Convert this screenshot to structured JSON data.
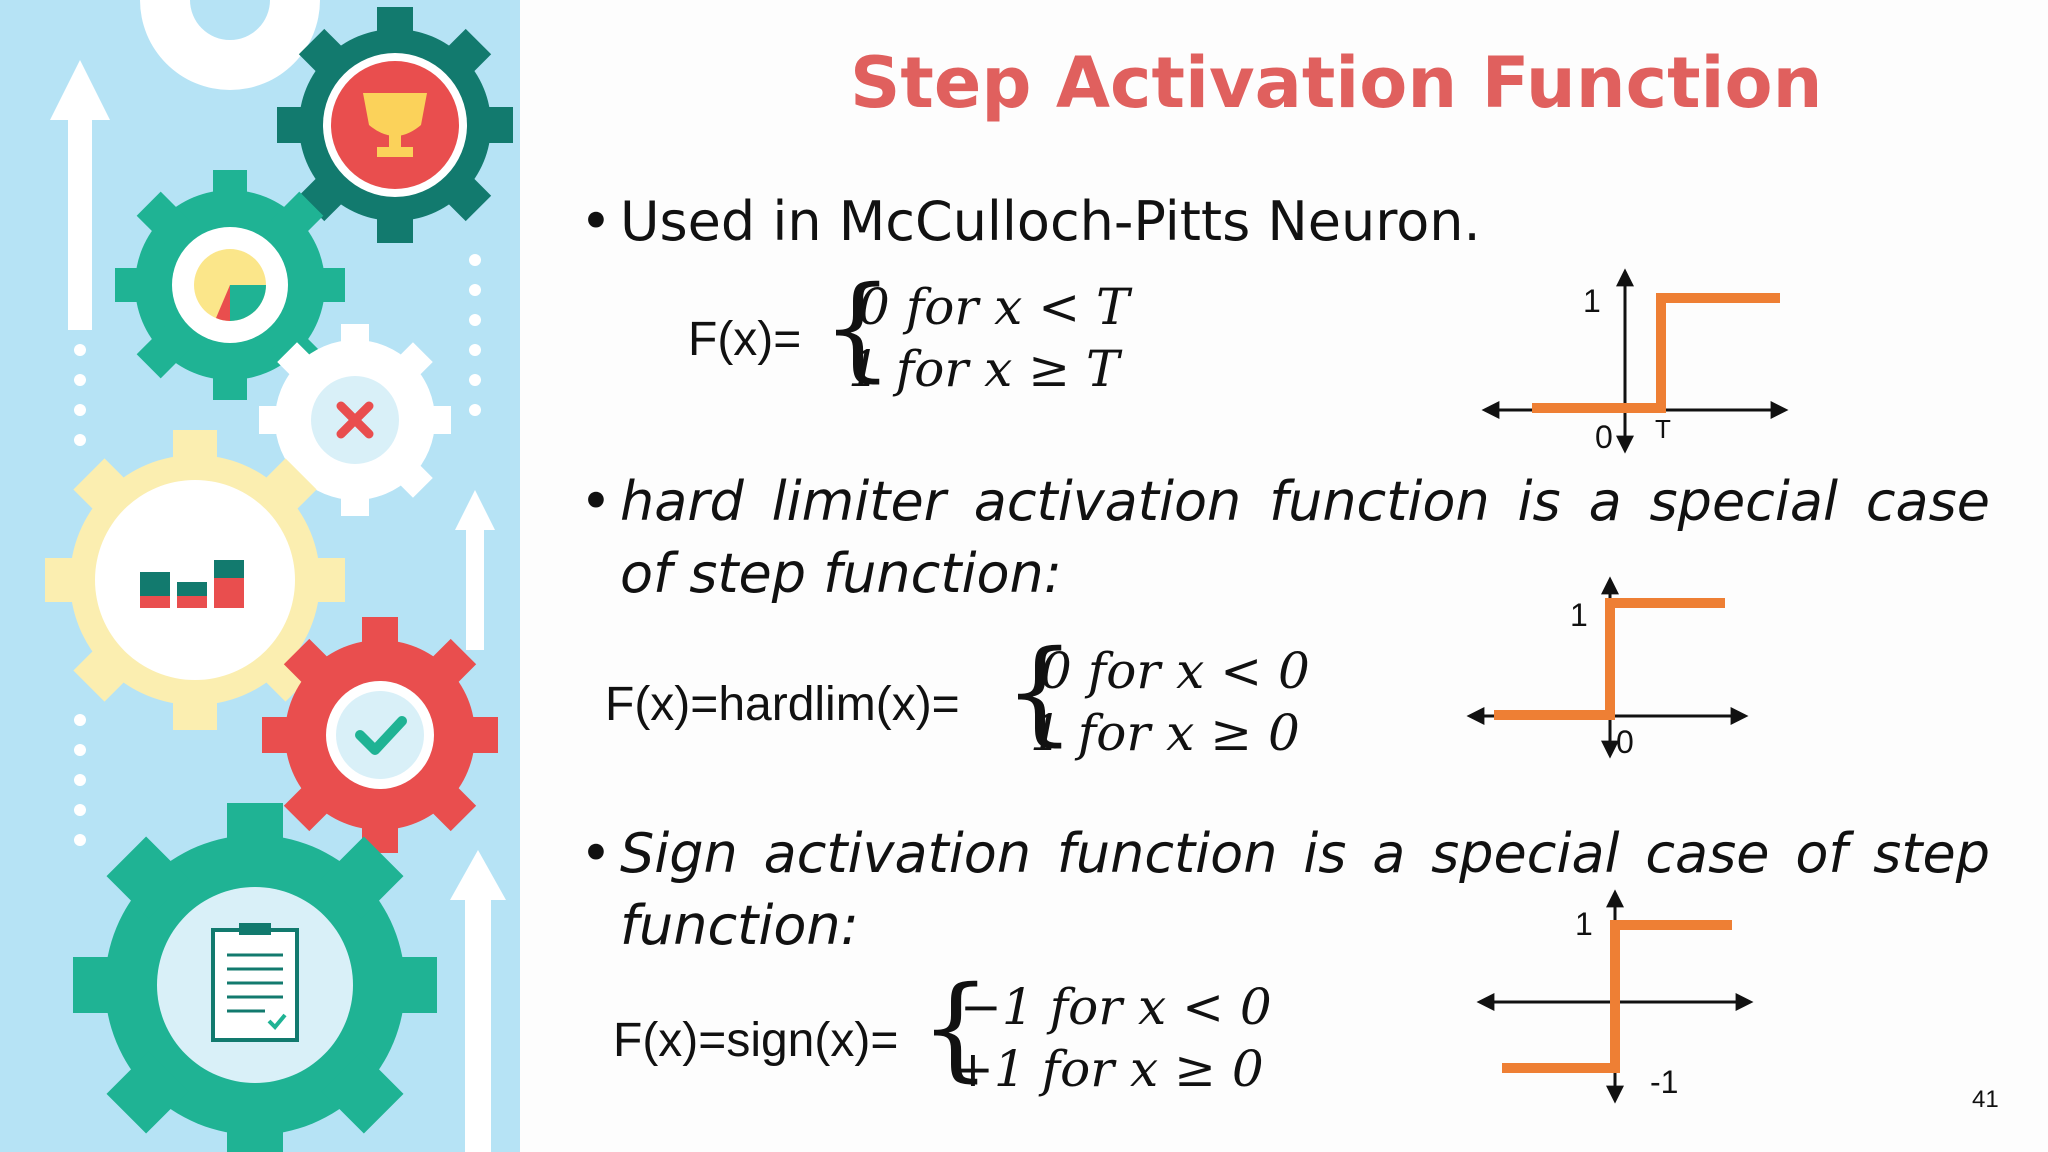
{
  "slide": {
    "title": "Step Activation Function",
    "page_number": "41"
  },
  "section1": {
    "bullet": "•",
    "text": "Used in McCulloch-Pitts Neuron.",
    "fx_label": "F(x)=",
    "case1": "0 for x < T",
    "case2": "1 for x ≥ T",
    "graph": {
      "y_label": "1",
      "origin_label": "0",
      "x_label": "T"
    }
  },
  "section2": {
    "bullet": "•",
    "text_line1": "hard limiter activation function is a special case",
    "text_line2": "of step function:",
    "fx_label": "F(x)=hardlim(x)=",
    "case1": "0 for x < 0",
    "case2": "1 for x ≥ 0",
    "graph": {
      "y_label": "1",
      "origin_label": "0"
    }
  },
  "section3": {
    "bullet": "•",
    "text_line1": "Sign activation function is a special case of step",
    "text_line2": "function:",
    "fx_label": "F(x)=sign(x)=",
    "case1": "−1 for x < 0",
    "case2": "+1 for x ≥ 0",
    "graph": {
      "y_label": "1",
      "neg_label": "-1"
    }
  },
  "colors": {
    "title": "#e0605e",
    "step_line": "#ee7f34",
    "sidebar_bg": "#b6e3f5",
    "gear_teal": "#1fb394",
    "gear_dark_teal": "#127a6e",
    "gear_red": "#e94e4e",
    "gear_yellow": "#fbeeb0"
  },
  "icons": [
    "trophy-icon",
    "pie-chart-icon",
    "close-icon",
    "bar-chart-icon",
    "check-icon",
    "clipboard-icon",
    "up-arrow-icon"
  ]
}
